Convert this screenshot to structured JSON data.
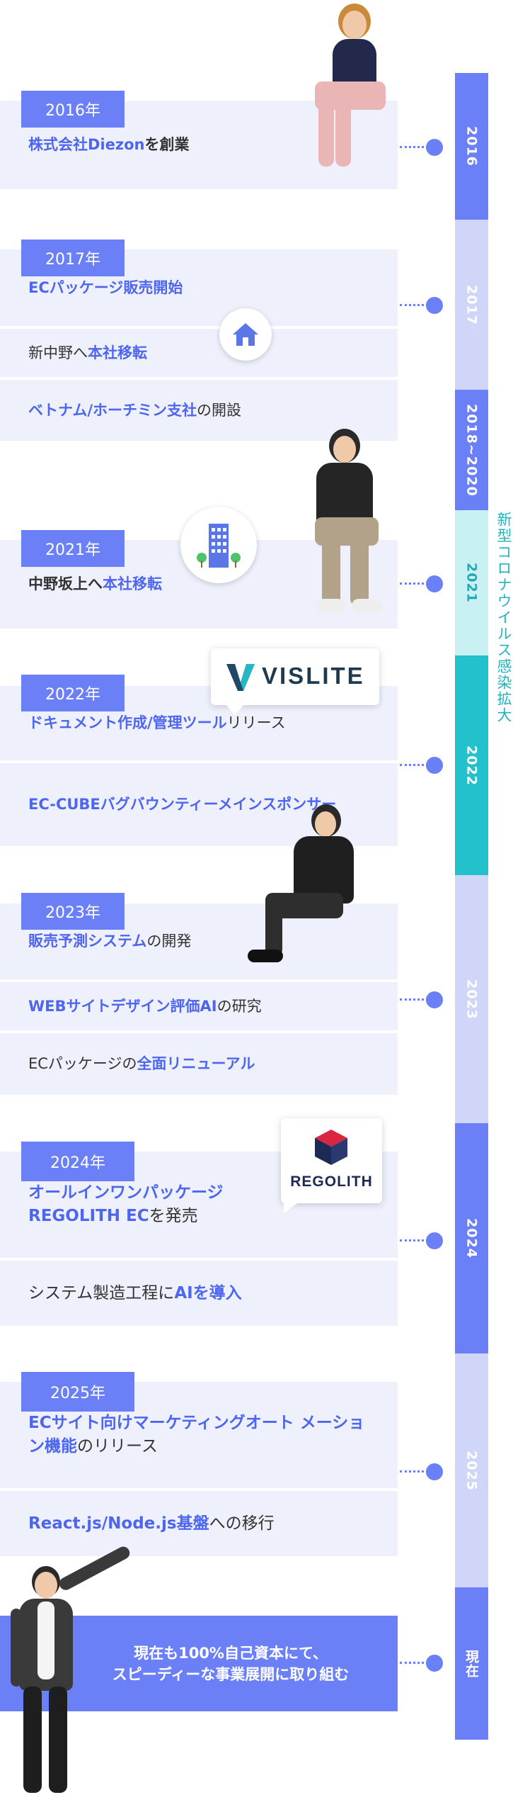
{
  "timeline_years": [
    {
      "label": "2016",
      "style": "strong"
    },
    {
      "label": "2017",
      "style": "light"
    },
    {
      "label": "2018~2020",
      "style": "strong"
    },
    {
      "label": "2021",
      "style": "teal-light"
    },
    {
      "label": "2022",
      "style": "teal"
    },
    {
      "label": "2023",
      "style": "light"
    },
    {
      "label": "2024",
      "style": "strong"
    },
    {
      "label": "2025",
      "style": "light"
    },
    {
      "label": "現在",
      "style": "strong"
    }
  ],
  "covid_label": "新型コロナウイルス感染拡大",
  "entries": {
    "y2016": {
      "badge": "2016年",
      "items": [
        {
          "blue": "株式会社Diezon",
          "dark": "を創業"
        }
      ]
    },
    "y2017": {
      "badge": "2017年",
      "items": [
        {
          "blue": "ECパッケージ販売開始",
          "dark": ""
        },
        {
          "dark_pre": "新中野へ",
          "blue": "本社移転"
        },
        {
          "blue": "ベトナム/ホーチミン支社",
          "dark": "の開設"
        }
      ]
    },
    "y2021": {
      "badge": "2021年",
      "items": [
        {
          "dark_pre": "中野坂上へ",
          "blue": "本社移転"
        }
      ]
    },
    "y2022": {
      "badge": "2022年",
      "items": [
        {
          "blue": "ドキュメント作成/管理ツール",
          "dark": "リリース"
        },
        {
          "blue": "EC-CUBEバグバウンティーメインスポンサー",
          "dark": ""
        }
      ]
    },
    "y2023": {
      "badge": "2023年",
      "items": [
        {
          "blue": "販売予測システム",
          "dark": "の開発"
        },
        {
          "blue": "WEBサイトデザイン評価AI",
          "dark": "の研究"
        },
        {
          "dark_pre": "ECパッケージの",
          "blue": "全面リニューアル"
        }
      ]
    },
    "y2024": {
      "badge": "2024年",
      "items": [
        {
          "blue": "オールインワンパッケージ REGOLITH EC",
          "dark": "を発売"
        },
        {
          "dark_pre": "システム製造工程に",
          "blue": "AIを導入"
        }
      ]
    },
    "y2025": {
      "badge": "2025年",
      "items": [
        {
          "blue": "ECサイト向けマーケティングオート メーション機能",
          "dark": "のリリース"
        },
        {
          "blue": "React.js/Node.js基盤",
          "dark": "への移行"
        }
      ]
    },
    "now": {
      "line1": "現在も100%自己資本にて、",
      "line2": "スピーディーな事業展開に取り組む"
    }
  },
  "logos": {
    "vislite": "VISLITE",
    "regolith": "REGOLITH"
  },
  "colors": {
    "primary": "#6b80f6",
    "light": "#cfd6f8",
    "teal": "#23c1cc",
    "card_bg": "#eef1fc",
    "text_blue": "#4e66ee"
  }
}
